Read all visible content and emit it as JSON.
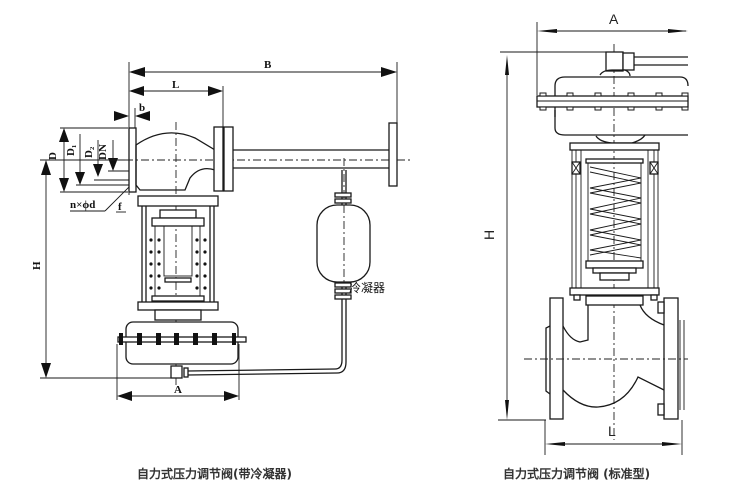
{
  "figure_left": {
    "caption": "自力式压力调节阀(带冷凝器)",
    "labels": {
      "B": "B",
      "L": "L",
      "b": "b",
      "D": "D",
      "D1": "D₁",
      "D2": "D₂",
      "DN": "DN",
      "nxd": "n×ϕd",
      "f": "f",
      "H": "H",
      "A": "A",
      "condenser": "冷凝器"
    }
  },
  "figure_right": {
    "caption": "自力式压力调节阀 (标准型)",
    "labels": {
      "A": "A",
      "H": "H",
      "L": "L"
    }
  },
  "colors": {
    "line": "#1a1a1a",
    "caption": "#333333",
    "background": "#ffffff"
  }
}
